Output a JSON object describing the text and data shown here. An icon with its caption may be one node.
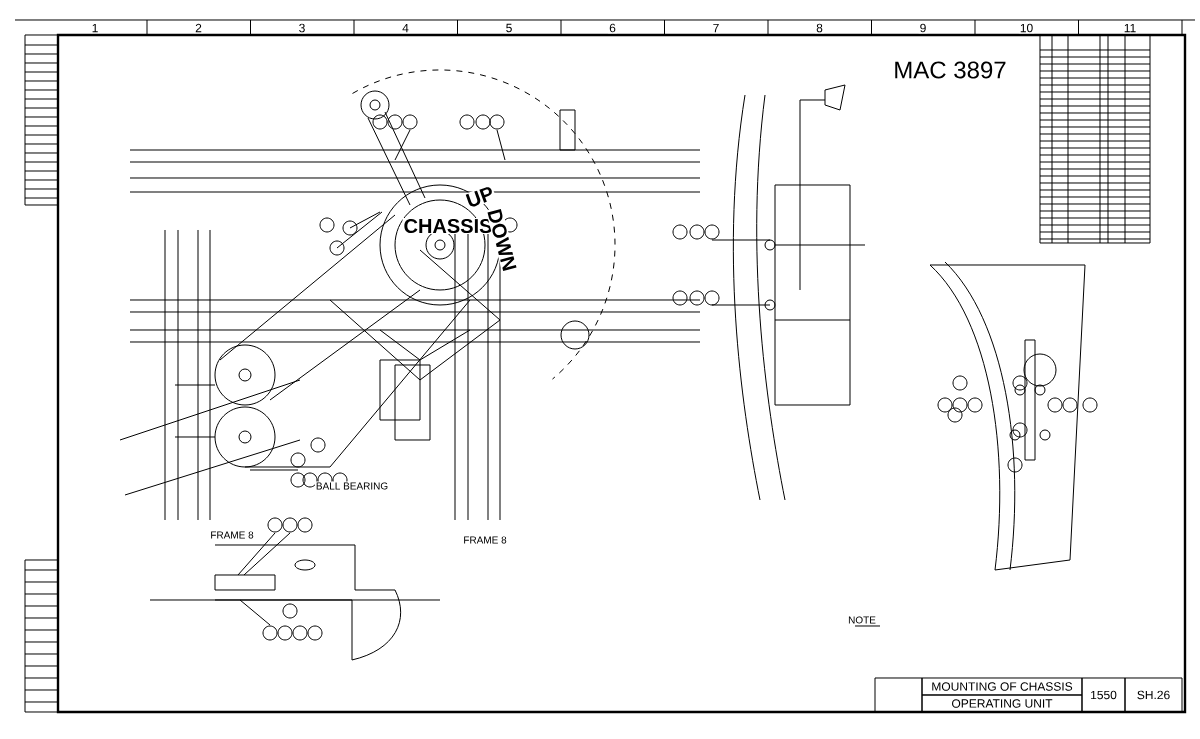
{
  "diagram": {
    "nodes": [
      {
        "text": [],
        "shape": "box"
      },
      {
        "text": [
          "MOUNTING OF CHASSIS"
        ]
      },
      {
        "text": [
          "OPERATING UNIT"
        ]
      },
      {
        "text": [
          "1550"
        ]
      },
      {
        "text": [
          "SH.26"
        ]
      }
    ],
    "labels": [
      "1",
      "2",
      "3",
      "4",
      "5",
      "6",
      "7",
      "8",
      "9",
      "10",
      "11",
      "MAC 3897",
      "UP",
      "CHASSIS",
      "DOWN",
      "BALL BEARING",
      "FRAME 8",
      "FRAME 8",
      "NOTE"
    ]
  }
}
